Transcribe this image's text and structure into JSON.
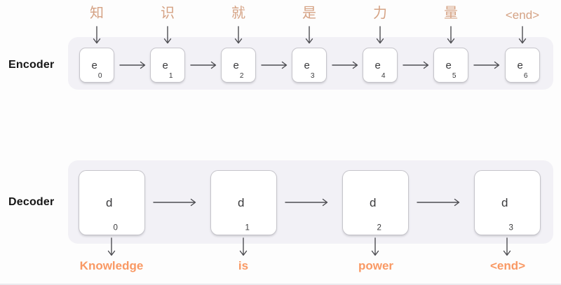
{
  "diagram": {
    "title_hint": "seq2seq encoder-decoder translation diagram",
    "encoder": {
      "label": "Encoder",
      "inputs": [
        "知",
        "识",
        "就",
        "是",
        "力",
        "量",
        "<end>"
      ],
      "cells": [
        {
          "base": "e",
          "sub": "0"
        },
        {
          "base": "e",
          "sub": "1"
        },
        {
          "base": "e",
          "sub": "2"
        },
        {
          "base": "e",
          "sub": "3"
        },
        {
          "base": "e",
          "sub": "4"
        },
        {
          "base": "e",
          "sub": "5"
        },
        {
          "base": "e",
          "sub": "6"
        }
      ]
    },
    "decoder": {
      "label": "Decoder",
      "cells": [
        {
          "base": "d",
          "sub": "0"
        },
        {
          "base": "d",
          "sub": "1"
        },
        {
          "base": "d",
          "sub": "2"
        },
        {
          "base": "d",
          "sub": "3"
        }
      ],
      "outputs": [
        "Knowledge",
        "is",
        "power",
        "<end>"
      ]
    },
    "icons": {
      "flow_arrow": "right-arrow",
      "token_arrow": "down-arrow"
    },
    "colors": {
      "page_background": "#fdfdfd",
      "panel_background": "#f2f1f6",
      "cell_background": "#ffffff",
      "cell_border": "#c6c5cb",
      "cell_text": "#3a3a3c",
      "label_text": "#151515",
      "arrow": "#4d4d52",
      "input_token_text": "#d5a284",
      "output_token_text": "#f99964"
    }
  }
}
